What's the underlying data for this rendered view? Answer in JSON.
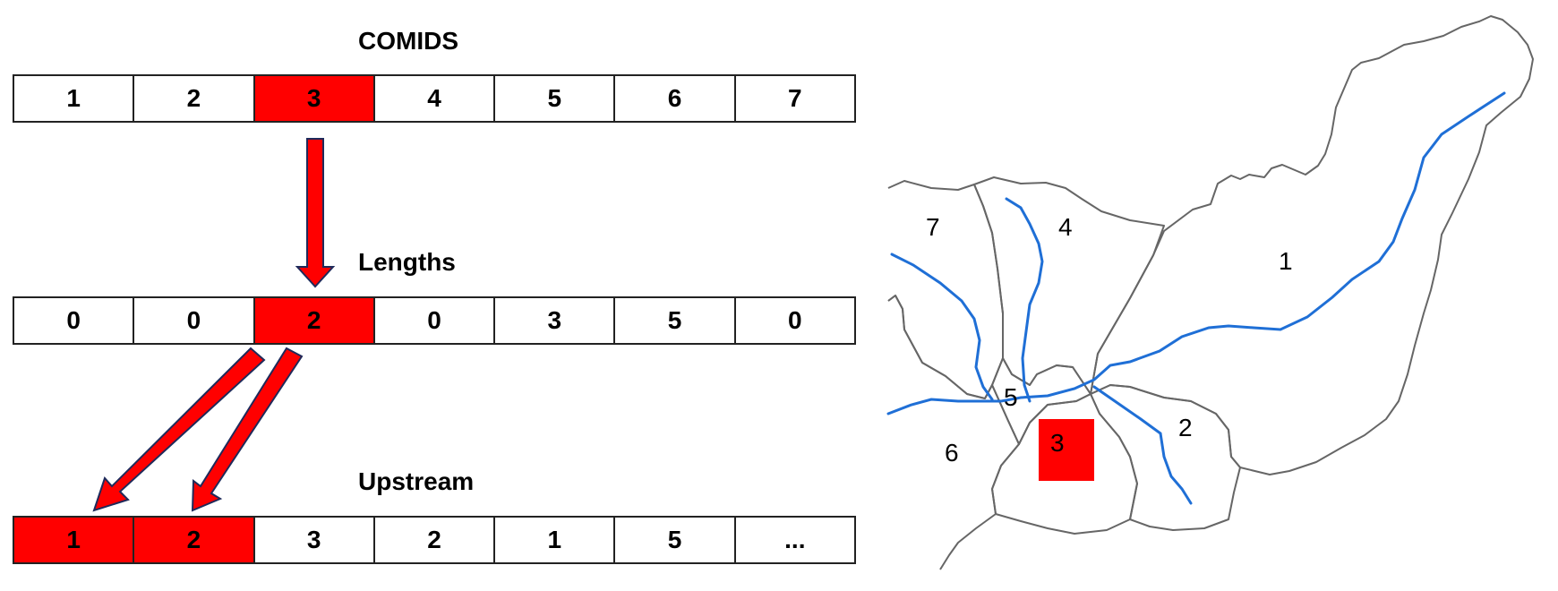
{
  "comids": {
    "title": "COMIDS",
    "cells": [
      "1",
      "2",
      "3",
      "4",
      "5",
      "6",
      "7"
    ],
    "highlight": [
      2
    ]
  },
  "lengths": {
    "title": "Lengths",
    "cells": [
      "0",
      "0",
      "2",
      "0",
      "3",
      "5",
      "0"
    ],
    "highlight": [
      2
    ]
  },
  "upstream": {
    "title": "Upstream",
    "cells": [
      "1",
      "2",
      "3",
      "2",
      "1",
      "5",
      "..."
    ],
    "highlight": [
      0,
      1
    ]
  },
  "map": {
    "labels": [
      "1",
      "2",
      "3",
      "4",
      "5",
      "6",
      "7"
    ],
    "highlight_label": "3"
  },
  "colors": {
    "highlight": "#ff0000",
    "stream": "#1f6fd6",
    "boundary": "#666666"
  }
}
